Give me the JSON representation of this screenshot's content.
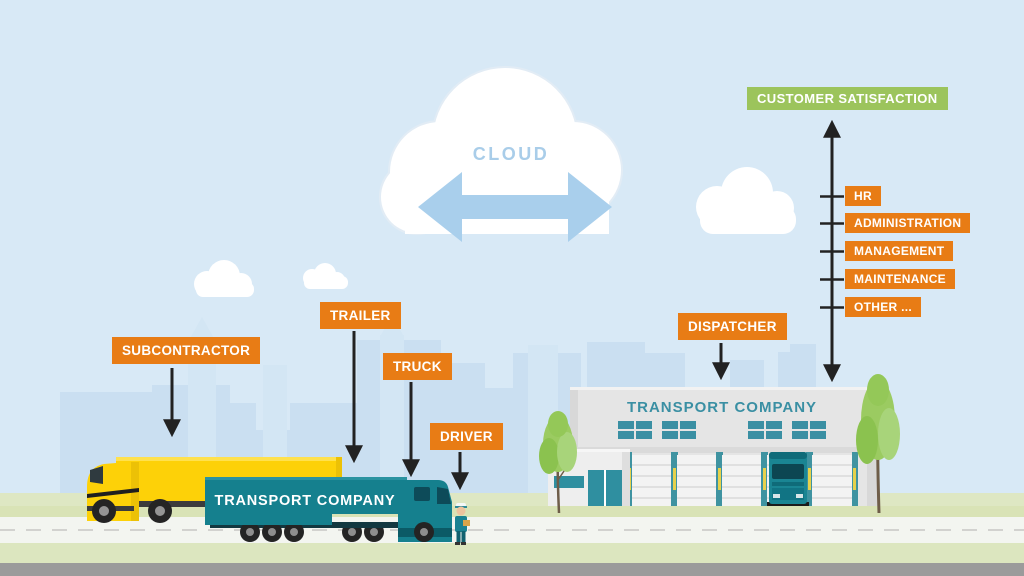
{
  "scene": {
    "cloud_label": "CLOUD",
    "trailer_text": "TRANSPORT COMPANY",
    "building_text": "TRANSPORT COMPANY"
  },
  "callouts": {
    "subcontractor": "SUBCONTRACTOR",
    "trailer": "TRAILER",
    "truck": "TRUCK",
    "driver": "DRIVER",
    "dispatcher": "DISPATCHER"
  },
  "org_chart": {
    "goal": "CUSTOMER SATISFACTION",
    "departments": [
      "HR",
      "ADMINISTRATION",
      "MANAGEMENT",
      "MAINTENANCE",
      "OTHER ..."
    ]
  },
  "colors": {
    "label_orange": "#e87c15",
    "goal_green": "#9cc45c",
    "company_teal": "#15808e",
    "building_teal_text": "#3a8fa3",
    "subcontractor_yellow": "#fdd108",
    "cloud_text_blue": "#a9cde9",
    "cloud_arrow_blue": "#a9cfec",
    "sky_blue": "#d8e9f6",
    "skyline_blue": "#cadff1",
    "arrow_black": "#222222"
  }
}
